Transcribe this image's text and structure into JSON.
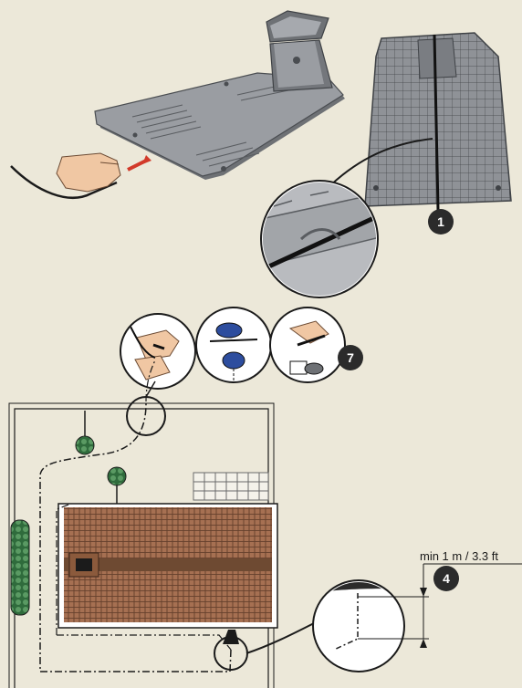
{
  "callouts": {
    "step_1": "1",
    "step_7": "7",
    "step_4": "4"
  },
  "dimension": {
    "distance_label": "min 1 m / 3.3 ft"
  },
  "colors": {
    "background": "#ece8d9",
    "station_grey": "#8f9297",
    "station_dark": "#5e6166",
    "roof_brown": "#a67052",
    "hedge_green": "#3d7d4a",
    "badge_dark": "#2b2b2b"
  }
}
